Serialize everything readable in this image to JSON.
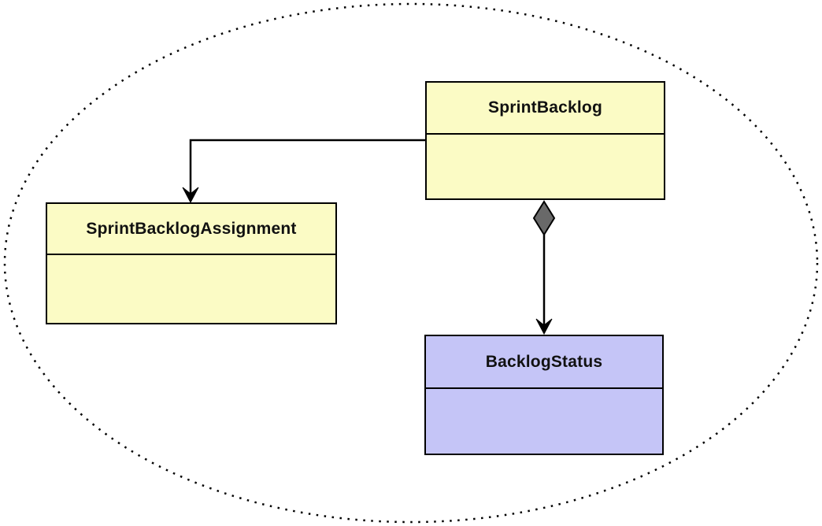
{
  "diagram": {
    "kind": "uml-class-diagram",
    "boundary": {
      "shape": "ellipse",
      "border_style": "dotted",
      "border_color": "#000000"
    },
    "classes": [
      {
        "name": "SprintBacklog",
        "fill": "#FBFBC5",
        "border_color": "#000000",
        "compartments": 2
      },
      {
        "name": "SprintBacklogAssignment",
        "fill": "#FBFBC5",
        "border_color": "#000000",
        "compartments": 2
      },
      {
        "name": "BacklogStatus",
        "fill": "#C5C5F7",
        "border_color": "#000000",
        "compartments": 2
      }
    ],
    "relationships": [
      {
        "from": "SprintBacklog",
        "to": "SprintBacklogAssignment",
        "type": "directed association",
        "arrowhead": "filled-barb",
        "line_color": "#000000"
      },
      {
        "from": "SprintBacklog",
        "to": "BacklogStatus",
        "type": "composition",
        "arrowhead": "filled-barb",
        "diamond_fill": "#696969",
        "diamond_stroke": "#000000",
        "line_color": "#000000"
      }
    ]
  }
}
